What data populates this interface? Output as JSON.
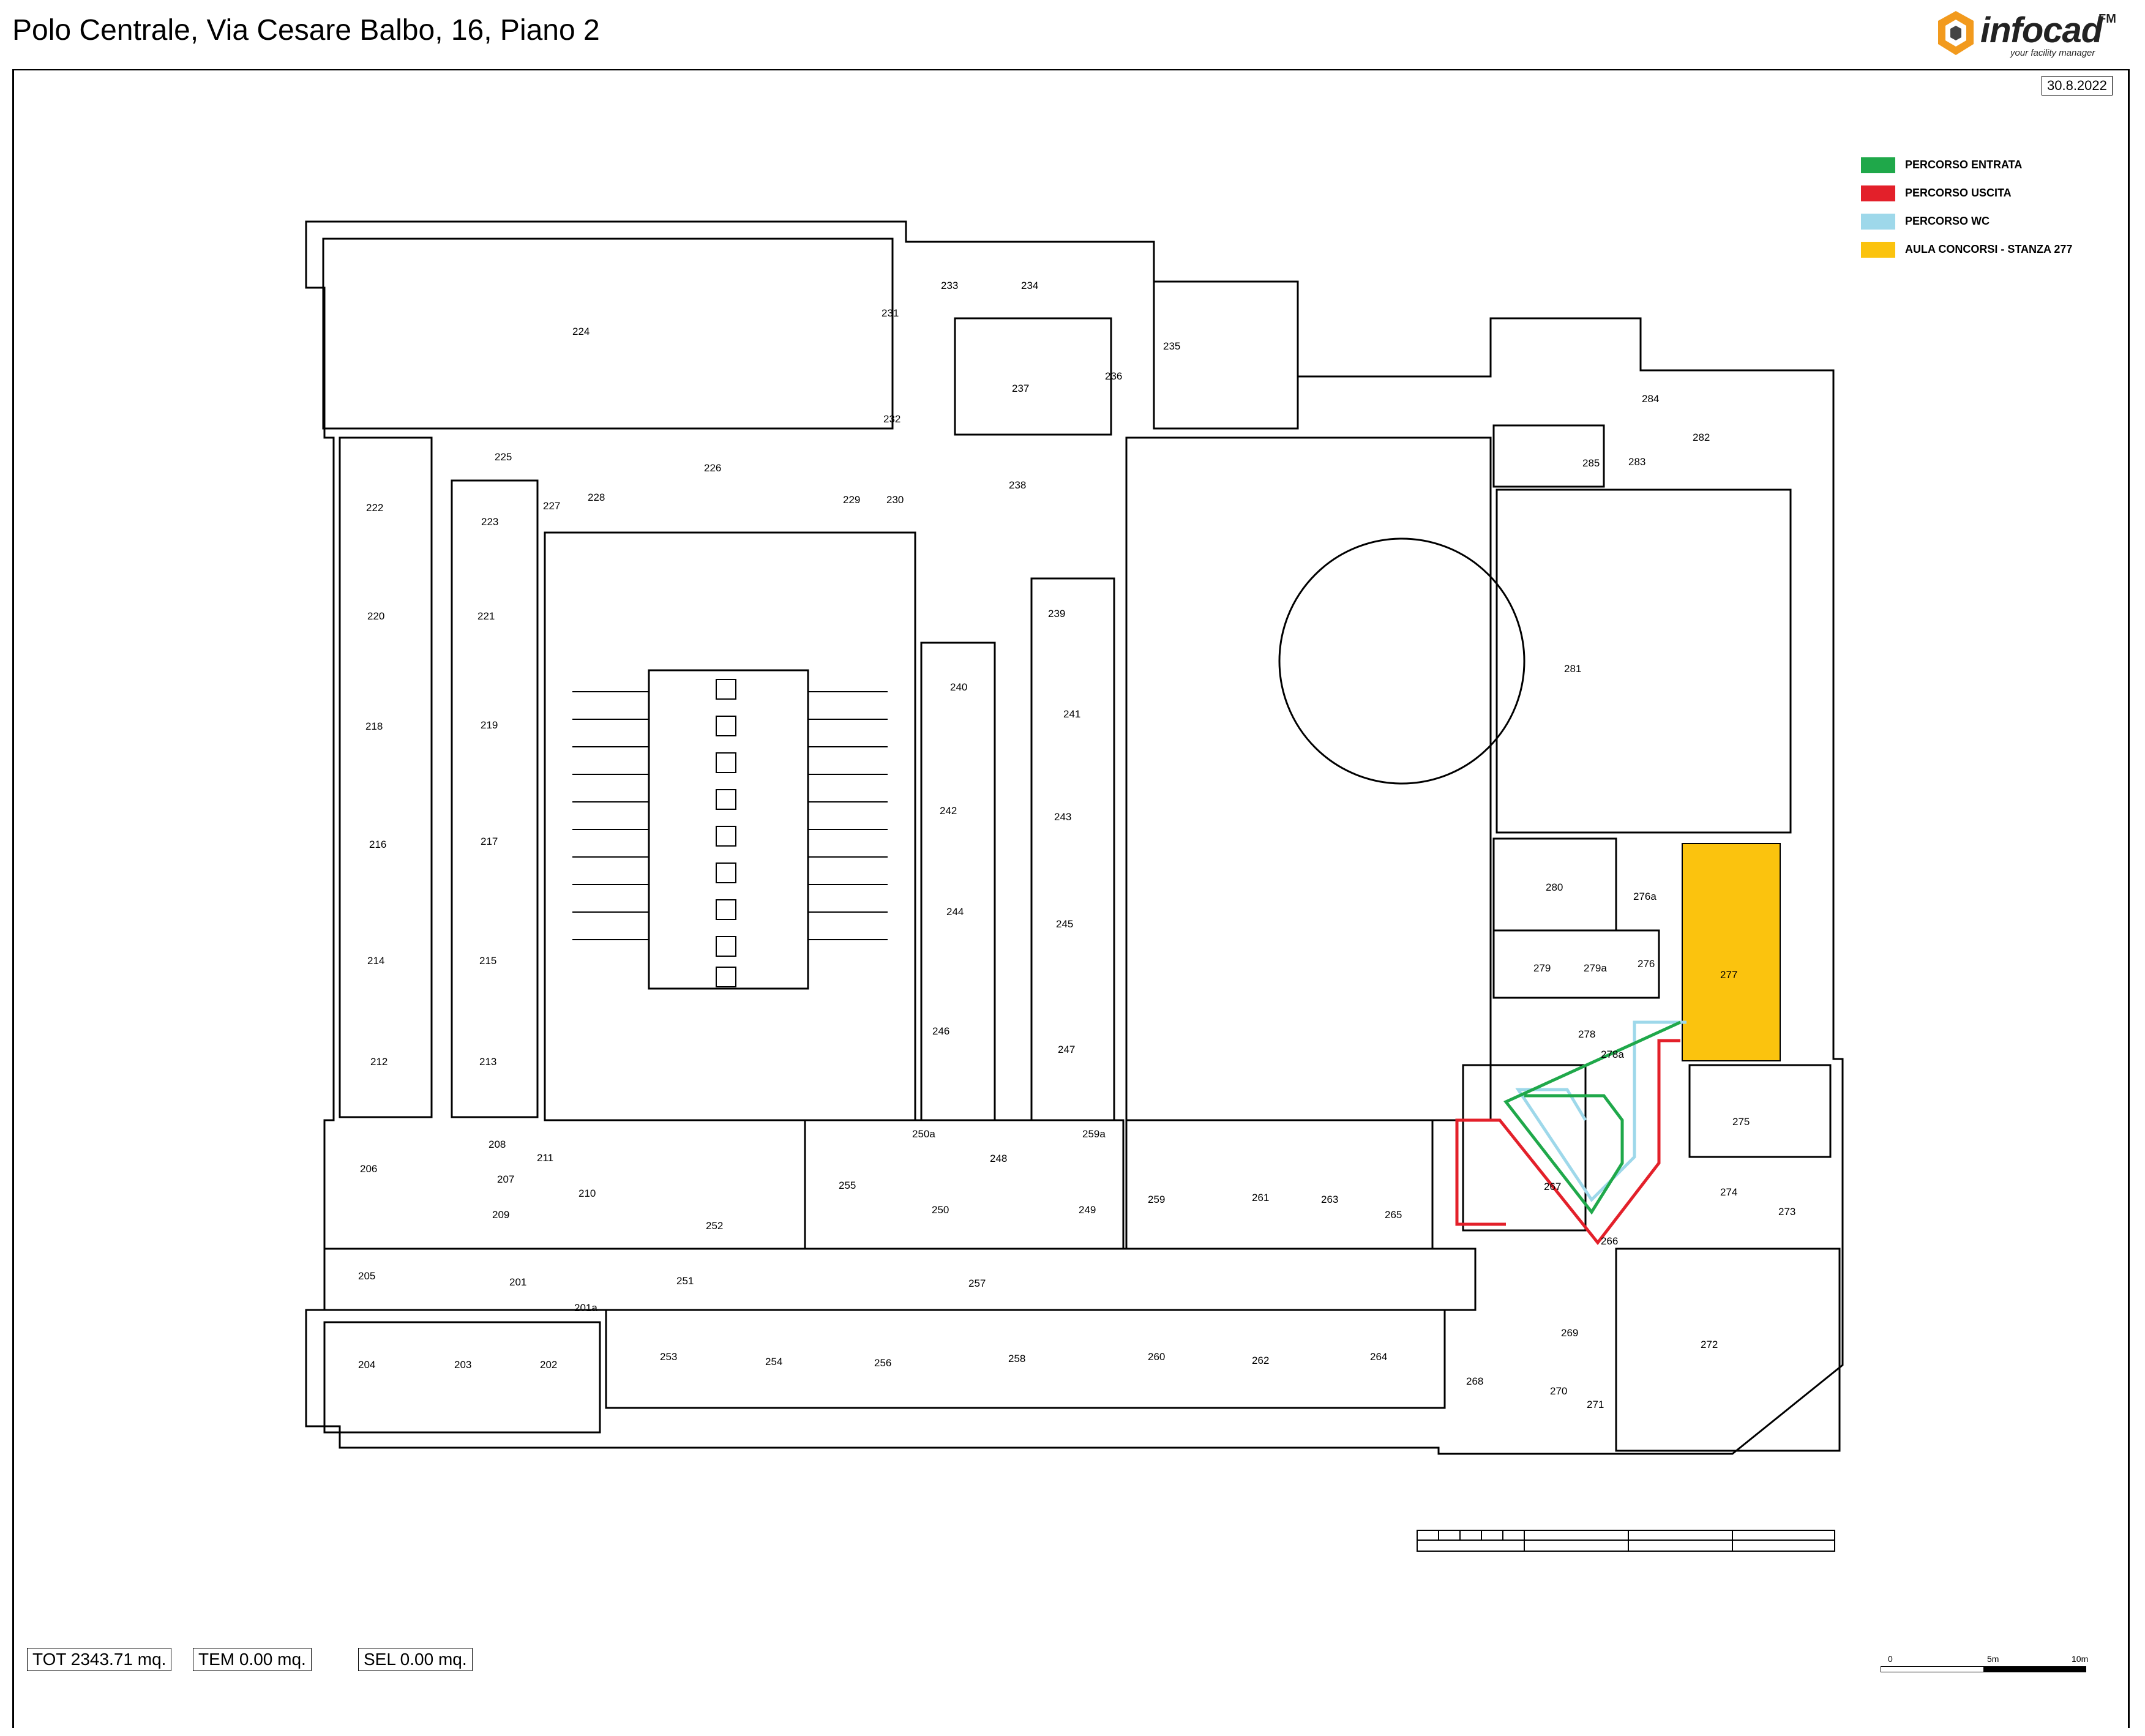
{
  "header": {
    "title": "Polo Centrale, Via Cesare Balbo, 16, Piano 2",
    "date": "30.8.2022",
    "logo_name": "infocad",
    "logo_suffix": "FM",
    "logo_tagline": "your facility manager"
  },
  "legend": [
    {
      "label": "PERCORSO ENTRATA",
      "color": "#1fa84a"
    },
    {
      "label": "PERCORSO USCITA",
      "color": "#e3202a"
    },
    {
      "label": "PERCORSO WC",
      "color": "#9ed8ea"
    },
    {
      "label": "AULA CONCORSI - STANZA  277",
      "color": "#fbc30e"
    }
  ],
  "highlight_room": "277",
  "rooms": [
    "201",
    "201a",
    "202",
    "203",
    "204",
    "205",
    "206",
    "207",
    "208",
    "209",
    "210",
    "211",
    "212",
    "213",
    "214",
    "215",
    "216",
    "217",
    "218",
    "219",
    "220",
    "221",
    "222",
    "223",
    "224",
    "225",
    "226",
    "227",
    "228",
    "229",
    "230",
    "231",
    "232",
    "233",
    "234",
    "235",
    "236",
    "237",
    "238",
    "239",
    "240",
    "241",
    "242",
    "243",
    "244",
    "245",
    "246",
    "247",
    "248",
    "249",
    "250",
    "250a",
    "251",
    "252",
    "253",
    "254",
    "255",
    "256",
    "257",
    "258",
    "259",
    "259a",
    "260",
    "261",
    "262",
    "263",
    "264",
    "265",
    "266",
    "267",
    "268",
    "269",
    "270",
    "271",
    "272",
    "273",
    "274",
    "275",
    "276",
    "276a",
    "277",
    "278",
    "278a",
    "279",
    "279a",
    "280",
    "281",
    "282",
    "283",
    "284",
    "285"
  ],
  "stats": {
    "tot": "TOT 2343.71 mq.",
    "tem": "TEM 0.00 mq.",
    "sel": "SEL 0.00 mq."
  },
  "scale": {
    "start": "0",
    "mid": "5m",
    "end": "10m"
  },
  "icons": {
    "logo": "infocad-logo-icon",
    "stairs": "stairs-icon",
    "elevator": "elevator-icon",
    "route_arrow": "route-arrow-icon"
  }
}
